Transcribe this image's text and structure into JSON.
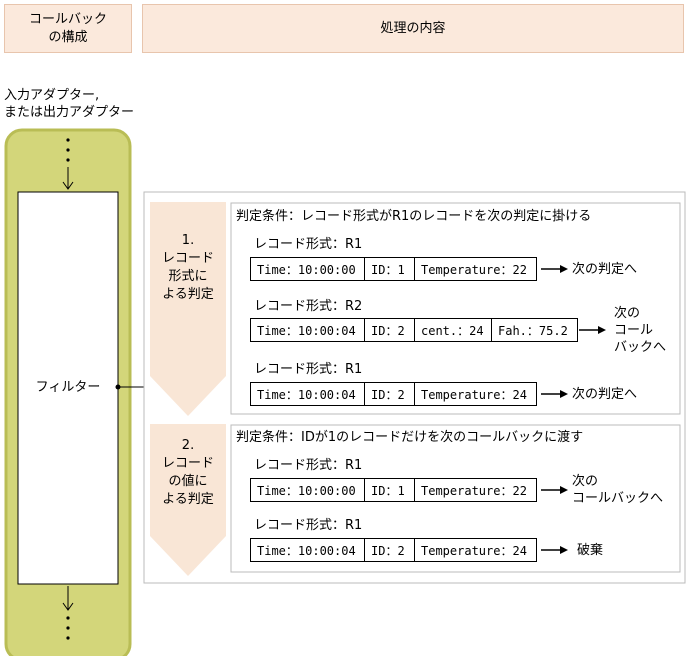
{
  "header": {
    "callback_config": "コールバック\nの構成",
    "processing": "処理の内容"
  },
  "adapter_label": "入力アダプター,\nまたは出力アダプター",
  "filter_label": "フィルター",
  "sections": [
    {
      "step": "1.\nレコード\n形式に\nよる判定",
      "condition": "判定条件：レコード形式がR1のレコードを次の判定に掛ける",
      "records": [
        {
          "format": "レコード形式：R1",
          "cells": [
            "Time：10:00:00",
            "ID：1",
            "Temperature：22"
          ],
          "result": "次の判定へ"
        },
        {
          "format": "レコード形式：R2",
          "cells": [
            "Time：10:00:04",
            "ID：2",
            "cent.：24",
            "Fah.：75.2"
          ],
          "result": "次の\nコール\nバックへ"
        },
        {
          "format": "レコード形式：R1",
          "cells": [
            "Time：10:00:04",
            "ID：2",
            "Temperature：24"
          ],
          "result": "次の判定へ"
        }
      ]
    },
    {
      "step": "2.\nレコード\nの値に\nよる判定",
      "condition": "判定条件：IDが1のレコードだけを次のコールバックに渡す",
      "records": [
        {
          "format": "レコード形式：R1",
          "cells": [
            "Time：10:00:00",
            "ID：1",
            "Temperature：22"
          ],
          "result": "次の\nコールバックへ"
        },
        {
          "format": "レコード形式：R1",
          "cells": [
            "Time：10:00:04",
            "ID：2",
            "Temperature：24"
          ],
          "result": "破棄"
        }
      ]
    }
  ],
  "colors": {
    "header_fill": "#fbe9dc",
    "callback_fill": "#d3d67a",
    "callback_border": "#b9bd55",
    "step_fill": "#f9e6d6",
    "panel_border": "#bbbbbb"
  }
}
